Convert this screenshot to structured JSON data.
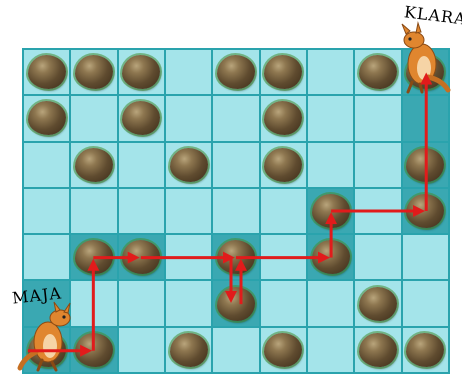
{
  "labels": {
    "start": "MAJA",
    "goal": "KLARA"
  },
  "colors": {
    "cell": "#a4e4ea",
    "path_cell": "#3aa8b2",
    "grid": "#2aa3ad",
    "arrow": "#e11b1b"
  },
  "grid": {
    "cols": 9,
    "rows": 7,
    "rocks": [
      [
        0,
        0
      ],
      [
        0,
        1
      ],
      [
        0,
        2
      ],
      [
        0,
        4
      ],
      [
        0,
        5
      ],
      [
        0,
        7
      ],
      [
        0,
        8
      ],
      [
        1,
        0
      ],
      [
        1,
        2
      ],
      [
        1,
        5
      ],
      [
        2,
        1
      ],
      [
        2,
        3
      ],
      [
        2,
        5
      ],
      [
        2,
        8
      ],
      [
        3,
        6
      ],
      [
        3,
        8
      ],
      [
        4,
        1
      ],
      [
        4,
        2
      ],
      [
        4,
        4
      ],
      [
        4,
        6
      ],
      [
        5,
        4
      ],
      [
        5,
        7
      ],
      [
        6,
        0
      ],
      [
        6,
        1
      ],
      [
        6,
        3
      ],
      [
        6,
        5
      ],
      [
        6,
        7
      ],
      [
        6,
        8
      ]
    ],
    "path_cells": [
      [
        0,
        8
      ],
      [
        1,
        8
      ],
      [
        2,
        8
      ],
      [
        3,
        8
      ],
      [
        3,
        6
      ],
      [
        4,
        6
      ],
      [
        4,
        1
      ],
      [
        4,
        2
      ],
      [
        4,
        4
      ],
      [
        5,
        4
      ],
      [
        5,
        0
      ],
      [
        6,
        0
      ],
      [
        6,
        1
      ]
    ]
  },
  "route": [
    [
      6,
      0
    ],
    [
      6,
      1
    ],
    [
      4,
      1
    ],
    [
      4,
      2
    ],
    [
      4,
      4
    ],
    [
      5,
      4
    ],
    [
      4,
      4
    ],
    [
      4,
      6
    ],
    [
      3,
      6
    ],
    [
      3,
      8
    ],
    [
      0,
      8
    ]
  ]
}
